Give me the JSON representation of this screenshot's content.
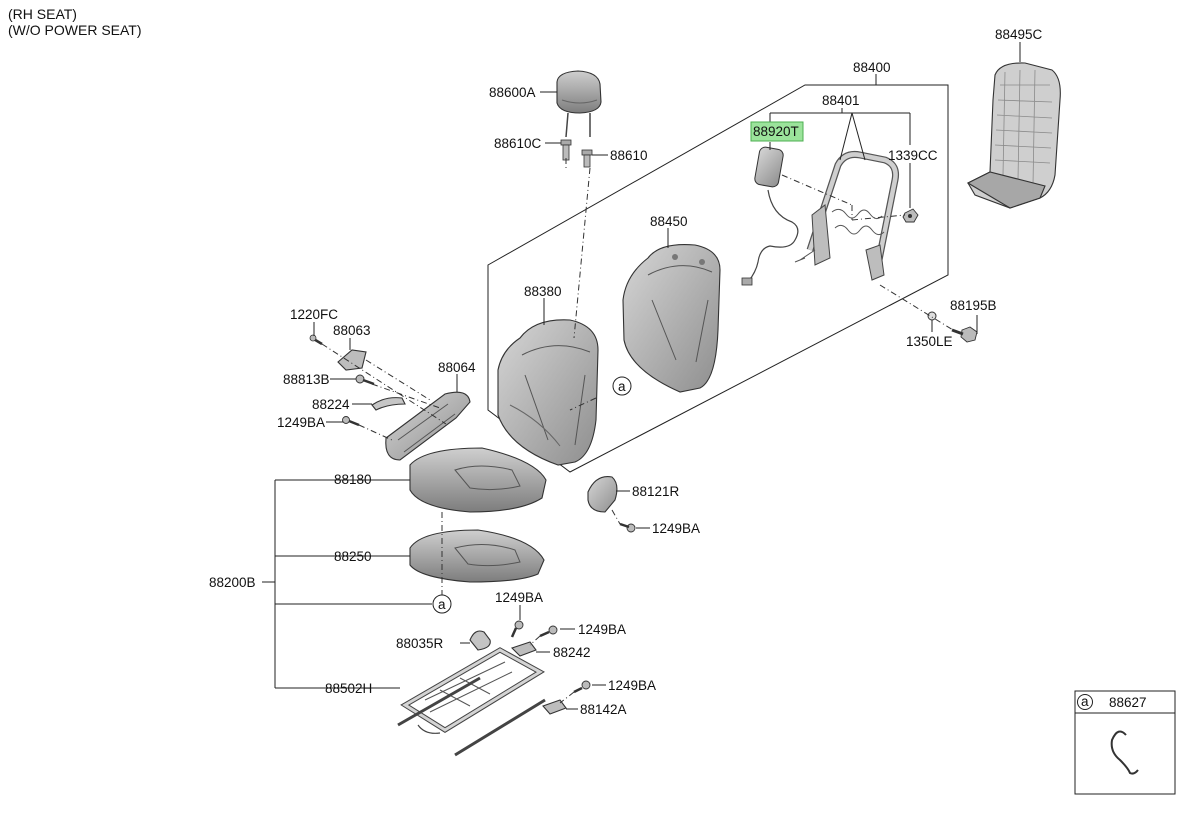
{
  "header": {
    "line1": "(RH SEAT)",
    "line2": "(W/O POWER SEAT)"
  },
  "parts": {
    "p88495C": "88495C",
    "p88400": "88400",
    "p88401": "88401",
    "p88920T": "88920T",
    "p1339CC": "1339CC",
    "p88600A": "88600A",
    "p88610C": "88610C",
    "p88610": "88610",
    "p88450": "88450",
    "p88380": "88380",
    "p88195B": "88195B",
    "p1350LE": "1350LE",
    "p1220FC": "1220FC",
    "p88063": "88063",
    "p88064": "88064",
    "p88813B": "88813B",
    "p88224": "88224",
    "p1249BA_a": "1249BA",
    "p88180": "88180",
    "p88121R": "88121R",
    "p1249BA_b": "1249BA",
    "p88250": "88250",
    "p88200B": "88200B",
    "p1249BA_c": "1249BA",
    "p88035R": "88035R",
    "p1249BA_d": "1249BA",
    "p88242": "88242",
    "p88502H": "88502H",
    "p1249BA_e": "1249BA",
    "p88142A": "88142A"
  },
  "callouts": {
    "a1": "a",
    "a2": "a"
  },
  "legend_box": {
    "key": "a",
    "part": "88627"
  },
  "colors": {
    "highlight": "#9be39b",
    "line": "#222222",
    "part_fill": "#b8b8b8"
  }
}
